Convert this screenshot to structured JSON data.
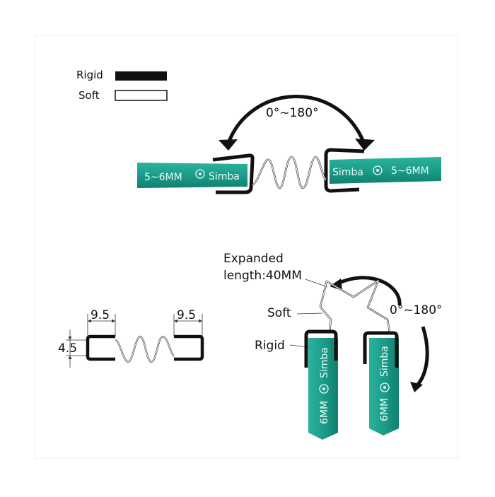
{
  "legend": {
    "rigid_label": "Rigid",
    "soft_label": "Soft"
  },
  "top_view": {
    "angle_label": "0°~180°",
    "left_glass_text": "5~6MM",
    "left_brand_text": "Simba",
    "right_glass_text": "5~6MM",
    "right_brand_text": "Simba"
  },
  "dimensions": {
    "left_width": "9.5",
    "right_width": "9.5",
    "height": "4.5"
  },
  "side_view": {
    "expanded_line1": "Expanded",
    "expanded_line2": "length:40MM",
    "angle_label": "0°~180°",
    "soft_label": "Soft",
    "rigid_label": "Rigid",
    "left_glass_text": "6MM",
    "left_brand_text": "Simba",
    "right_glass_text": "6MM",
    "right_brand_text": "Simba"
  },
  "colors": {
    "glass": "#1fa08c",
    "glass_dark": "#127566",
    "rigid": "#111111",
    "soft": "#666666",
    "frame": "#e6e6e6"
  },
  "icons": {
    "brand_logo": "flower-logo-icon"
  }
}
